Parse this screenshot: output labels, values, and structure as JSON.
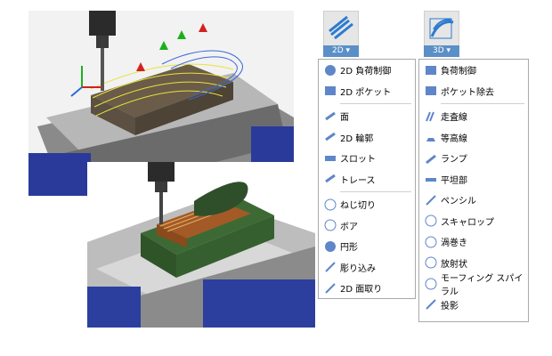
{
  "ui": {
    "menu_2d": {
      "button_label": "2D",
      "dropdown_icon": "chevron-down-icon",
      "items": [
        {
          "label": "2D 負荷制御",
          "icon": "2d-adaptive-clearing-icon"
        },
        {
          "label": "2D ポケット",
          "icon": "2d-pocket-icon"
        },
        {
          "label": "面",
          "icon": "face-icon"
        },
        {
          "label": "2D 輪郭",
          "icon": "2d-contour-icon"
        },
        {
          "label": "スロット",
          "icon": "slot-icon"
        },
        {
          "label": "トレース",
          "icon": "trace-icon"
        },
        {
          "label": "ねじ切り",
          "icon": "thread-icon"
        },
        {
          "label": "ボア",
          "icon": "bore-icon"
        },
        {
          "label": "円形",
          "icon": "circular-icon"
        },
        {
          "label": "彫り込み",
          "icon": "engrave-icon"
        },
        {
          "label": "2D 面取り",
          "icon": "2d-chamfer-icon"
        }
      ]
    },
    "menu_3d": {
      "button_label": "3D",
      "dropdown_icon": "chevron-down-icon",
      "items": [
        {
          "label": "負荷制御",
          "icon": "adaptive-clearing-icon"
        },
        {
          "label": "ポケット除去",
          "icon": "pocket-clearing-icon"
        },
        {
          "label": "走査線",
          "icon": "parallel-icon"
        },
        {
          "label": "等高線",
          "icon": "contour-icon"
        },
        {
          "label": "ランプ",
          "icon": "ramp-icon"
        },
        {
          "label": "平坦部",
          "icon": "horizontal-icon"
        },
        {
          "label": "ペンシル",
          "icon": "pencil-icon"
        },
        {
          "label": "スキャロップ",
          "icon": "scallop-icon"
        },
        {
          "label": "渦巻き",
          "icon": "spiral-icon"
        },
        {
          "label": "放射状",
          "icon": "radial-icon"
        },
        {
          "label": "モーフィング スパイラル",
          "icon": "morphed-spiral-icon"
        },
        {
          "label": "投影",
          "icon": "project-icon"
        }
      ]
    }
  }
}
